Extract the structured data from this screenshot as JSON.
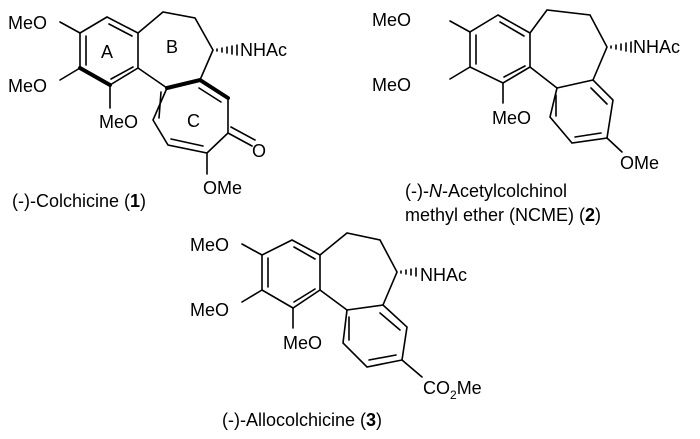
{
  "compounds": [
    {
      "name": "(-)-Colchicine (",
      "number": "1",
      "close": ")",
      "substituents": {
        "meo_top": "MeO",
        "meo_mid": "MeO",
        "meo_low": "MeO",
        "nhac": "NHAc",
        "carbonyl_o": "O",
        "ome": "OMe"
      },
      "ring_labels": {
        "a": "A",
        "b": "B",
        "c": "C"
      }
    },
    {
      "name_prefix": "(-)-",
      "name_italic": "N",
      "name_rest": "-Acetylcolchinol",
      "name_line2": "methyl ether (NCME) (",
      "number": "2",
      "close": ")",
      "substituents": {
        "meo_top": "MeO",
        "meo_mid": "MeO",
        "meo_low": "MeO",
        "nhac": "NHAc",
        "ome": "OMe"
      }
    },
    {
      "name": "(-)-Allocolchicine (",
      "number": "3",
      "close": ")",
      "substituents": {
        "meo_top": "MeO",
        "meo_mid": "MeO",
        "meo_low": "MeO",
        "nhac": "NHAc",
        "ester_co": "CO",
        "ester_sub": "2",
        "ester_me": "Me"
      }
    }
  ]
}
